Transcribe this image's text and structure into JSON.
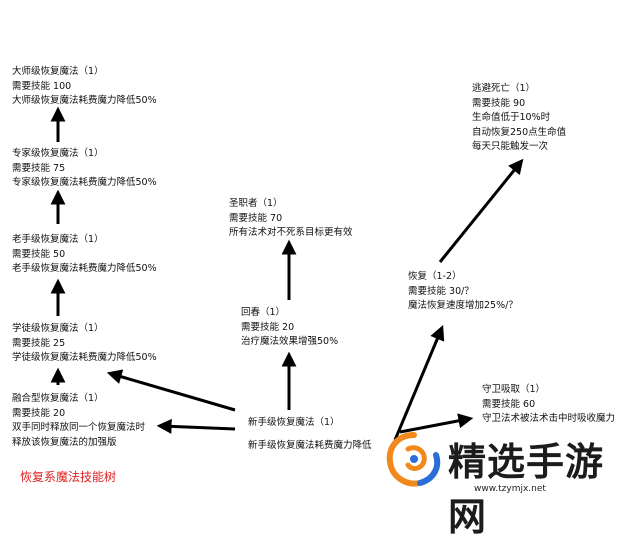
{
  "nodes": {
    "grandmaster": {
      "name": "大师级恢复魔法（1）",
      "req": "需要技能 100",
      "desc": "大师级恢复魔法耗费魔力降低50%"
    },
    "expert": {
      "name": "专家级恢复魔法（1）",
      "req": "需要技能 75",
      "desc": "专家级恢复魔法耗费魔力降低50%"
    },
    "adept": {
      "name": "老手级恢复魔法（1）",
      "req": "需要技能 50",
      "desc": "老手级恢复魔法耗费魔力降低50%"
    },
    "apprentice": {
      "name": "学徒级恢复魔法（1）",
      "req": "需要技能 25",
      "desc": "学徒级恢复魔法耗费魔力降低50%"
    },
    "dual": {
      "name": "融合型恢复魔法（1）",
      "req": "需要技能 20",
      "desc1": "双手同时释放同一个恢复魔法时",
      "desc2": "释放该恢复魔法的加强版"
    },
    "novice": {
      "name": "新手级恢复魔法（1）",
      "desc": "新手级恢复魔法耗费魔力降低"
    },
    "respite": {
      "name": "回春（1）",
      "req": "需要技能 20",
      "desc": "治疗魔法效果增强50%"
    },
    "ward": {
      "name": "圣职者（1）",
      "req": "需要技能 70",
      "desc": "所有法术对不死系目标更有效"
    },
    "recovery": {
      "name": "恢复（1-2）",
      "req": "需要技能 30/？",
      "desc": "魔法恢复速度增加25%/？"
    },
    "avoid_death": {
      "name": "逃避死亡（1）",
      "req": "需要技能 90",
      "desc1": "生命值低于10%时",
      "desc2": "自动恢复250点生命值",
      "desc3": "每天只能触发一次"
    },
    "ward_absorb": {
      "name": "守卫吸取（1）",
      "req": "需要技能 60",
      "desc": "守卫法术被法术击中时吸收魔力"
    }
  },
  "caption": "恢复系魔法技能树",
  "watermark": {
    "text": "精选手游网",
    "url": "www.tzymjx.net"
  },
  "colors": {
    "arrow": "#000000",
    "caption": "#e02020",
    "logo_orange": "#f08a1c",
    "logo_blue": "#2a6fd6"
  }
}
